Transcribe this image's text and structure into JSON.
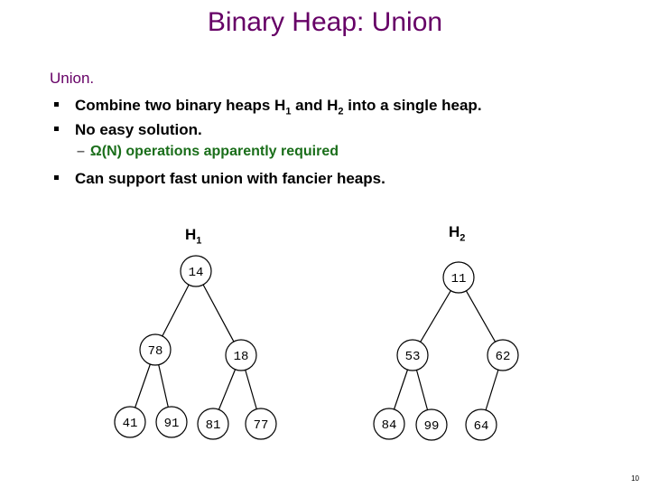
{
  "slide": {
    "title": "Binary Heap:  Union",
    "heading": "Union.",
    "bullets": [
      {
        "main": "Combine two binary heaps H",
        "sub1": "1",
        "mid": " and H",
        "sub2": "2",
        "tail": " into a single heap."
      },
      {
        "text": "No easy solution."
      },
      {
        "text": "Can support fast union with fancier heaps."
      }
    ],
    "subbullet": {
      "dash": "–",
      "text": "Ω(N) operations apparently required"
    },
    "page_number": "10"
  },
  "heaps": {
    "h1_label": "H",
    "h1_sub": "1",
    "h2_label": "H",
    "h2_sub": "2",
    "h1_nodes": [
      "14",
      "78",
      "18",
      "41",
      "91",
      "81",
      "77"
    ],
    "h2_nodes": [
      "11",
      "53",
      "62",
      "84",
      "99",
      "64"
    ]
  },
  "colors": {
    "title": "#660066",
    "subbullet": "#1a6e1a",
    "node_fill": "#ffffff",
    "edge": "#000000"
  }
}
